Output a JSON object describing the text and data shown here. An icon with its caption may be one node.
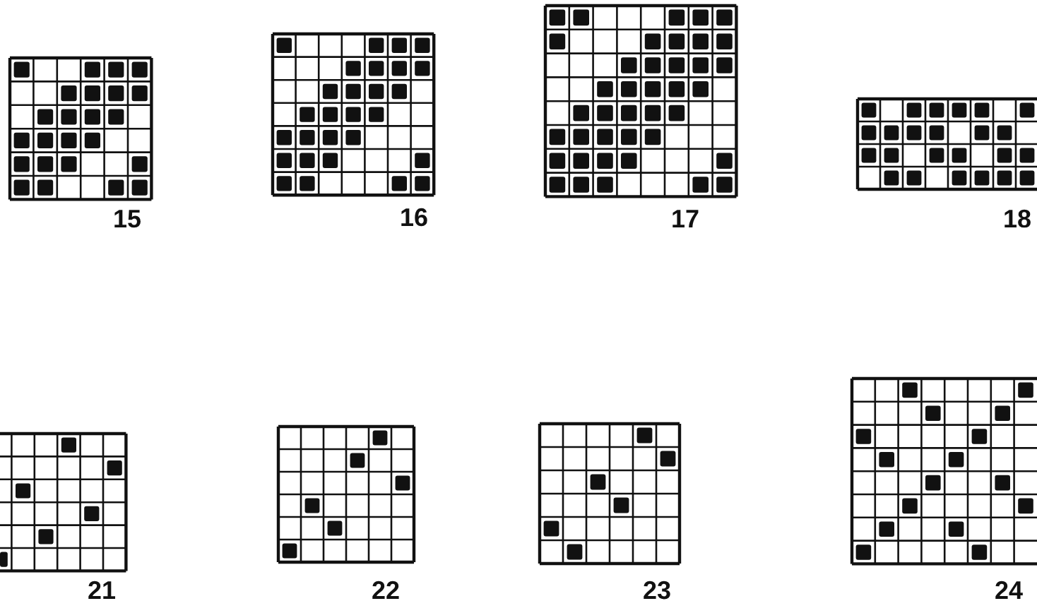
{
  "diagram": {
    "labels": [
      "15",
      "16",
      "17",
      "18",
      "21",
      "22",
      "23",
      "24"
    ]
  }
}
